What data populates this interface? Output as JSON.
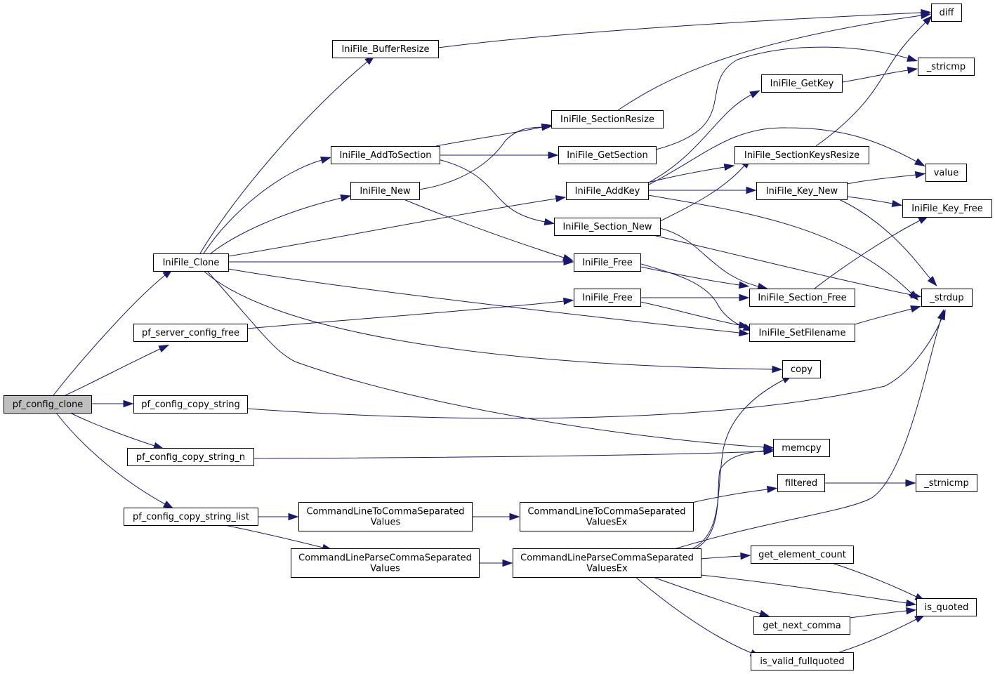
{
  "diagram": {
    "nodes": [
      {
        "id": "pf_config_clone",
        "label": [
          "pf_config_clone"
        ],
        "root": true
      },
      {
        "id": "IniFile_Clone",
        "label": [
          "IniFile_Clone"
        ]
      },
      {
        "id": "pf_server_config_free",
        "label": [
          "pf_server_config_free"
        ]
      },
      {
        "id": "pf_config_copy_string",
        "label": [
          "pf_config_copy_string"
        ]
      },
      {
        "id": "pf_config_copy_string_n",
        "label": [
          "pf_config_copy_string_n"
        ]
      },
      {
        "id": "pf_config_copy_string_list",
        "label": [
          "pf_config_copy_string_list"
        ]
      },
      {
        "id": "IniFile_BufferResize",
        "label": [
          "IniFile_BufferResize"
        ]
      },
      {
        "id": "IniFile_AddToSection",
        "label": [
          "IniFile_AddToSection"
        ]
      },
      {
        "id": "IniFile_New",
        "label": [
          "IniFile_New"
        ]
      },
      {
        "id": "CommandLineToCommaSeparatedValues",
        "label": [
          "CommandLineToCommaSeparated",
          "Values"
        ]
      },
      {
        "id": "CommandLineParseCommaSeparatedValues",
        "label": [
          "CommandLineParseCommaSeparated",
          "Values"
        ]
      },
      {
        "id": "IniFile_SectionResize",
        "label": [
          "IniFile_SectionResize"
        ]
      },
      {
        "id": "IniFile_GetSection",
        "label": [
          "IniFile_GetSection"
        ]
      },
      {
        "id": "IniFile_AddKey",
        "label": [
          "IniFile_AddKey"
        ]
      },
      {
        "id": "IniFile_Section_New",
        "label": [
          "IniFile_Section_New"
        ]
      },
      {
        "id": "IniFile_Free_1",
        "label": [
          "IniFile_Free"
        ]
      },
      {
        "id": "IniFile_Free_2",
        "label": [
          "IniFile_Free"
        ]
      },
      {
        "id": "CommandLineToCommaSeparatedValuesEx",
        "label": [
          "CommandLineToCommaSeparated",
          "ValuesEx"
        ]
      },
      {
        "id": "CommandLineParseCommaSeparatedValuesEx",
        "label": [
          "CommandLineParseCommaSeparated",
          "ValuesEx"
        ]
      },
      {
        "id": "IniFile_GetKey",
        "label": [
          "IniFile_GetKey"
        ]
      },
      {
        "id": "IniFile_SectionKeysResize",
        "label": [
          "IniFile_SectionKeysResize"
        ]
      },
      {
        "id": "IniFile_Key_New",
        "label": [
          "IniFile_Key_New"
        ]
      },
      {
        "id": "IniFile_Section_Free",
        "label": [
          "IniFile_Section_Free"
        ]
      },
      {
        "id": "IniFile_SetFilename",
        "label": [
          "IniFile_SetFilename"
        ]
      },
      {
        "id": "copy",
        "label": [
          "copy"
        ]
      },
      {
        "id": "memcpy",
        "label": [
          "memcpy"
        ]
      },
      {
        "id": "filtered",
        "label": [
          "filtered"
        ]
      },
      {
        "id": "get_element_count",
        "label": [
          "get_element_count"
        ]
      },
      {
        "id": "get_next_comma",
        "label": [
          "get_next_comma"
        ]
      },
      {
        "id": "is_valid_fullquoted",
        "label": [
          "is_valid_fullquoted"
        ]
      },
      {
        "id": "diff",
        "label": [
          "diff"
        ]
      },
      {
        "id": "_stricmp",
        "label": [
          "_stricmp"
        ]
      },
      {
        "id": "value",
        "label": [
          "value"
        ]
      },
      {
        "id": "IniFile_Key_Free",
        "label": [
          "IniFile_Key_Free"
        ]
      },
      {
        "id": "_strdup",
        "label": [
          "_strdup"
        ]
      },
      {
        "id": "_strnicmp",
        "label": [
          "_strnicmp"
        ]
      },
      {
        "id": "is_quoted",
        "label": [
          "is_quoted"
        ]
      }
    ],
    "edges": [
      [
        "pf_config_clone",
        "IniFile_Clone"
      ],
      [
        "pf_config_clone",
        "pf_server_config_free"
      ],
      [
        "pf_config_clone",
        "pf_config_copy_string"
      ],
      [
        "pf_config_clone",
        "pf_config_copy_string_n"
      ],
      [
        "pf_config_clone",
        "pf_config_copy_string_list"
      ],
      [
        "IniFile_Clone",
        "IniFile_BufferResize"
      ],
      [
        "IniFile_Clone",
        "IniFile_AddToSection"
      ],
      [
        "IniFile_Clone",
        "IniFile_New"
      ],
      [
        "IniFile_Clone",
        "IniFile_AddKey"
      ],
      [
        "IniFile_Clone",
        "IniFile_Free_1"
      ],
      [
        "IniFile_Clone",
        "IniFile_SetFilename"
      ],
      [
        "IniFile_Clone",
        "copy"
      ],
      [
        "IniFile_Clone",
        "memcpy"
      ],
      [
        "IniFile_BufferResize",
        "diff"
      ],
      [
        "IniFile_AddToSection",
        "IniFile_SectionResize"
      ],
      [
        "IniFile_AddToSection",
        "IniFile_GetSection"
      ],
      [
        "IniFile_AddToSection",
        "IniFile_Section_New"
      ],
      [
        "IniFile_New",
        "IniFile_SectionResize"
      ],
      [
        "IniFile_New",
        "IniFile_Free_1"
      ],
      [
        "IniFile_SectionResize",
        "diff"
      ],
      [
        "IniFile_GetSection",
        "_stricmp"
      ],
      [
        "IniFile_AddKey",
        "IniFile_GetKey"
      ],
      [
        "IniFile_AddKey",
        "IniFile_SectionKeysResize"
      ],
      [
        "IniFile_AddKey",
        "IniFile_Key_New"
      ],
      [
        "IniFile_AddKey",
        "value"
      ],
      [
        "IniFile_AddKey",
        "_strdup"
      ],
      [
        "IniFile_GetKey",
        "_stricmp"
      ],
      [
        "IniFile_SectionKeysResize",
        "diff"
      ],
      [
        "IniFile_Key_New",
        "value"
      ],
      [
        "IniFile_Key_New",
        "IniFile_Key_Free"
      ],
      [
        "IniFile_Key_New",
        "_strdup"
      ],
      [
        "IniFile_Section_New",
        "IniFile_SectionKeysResize"
      ],
      [
        "IniFile_Section_New",
        "IniFile_Section_Free"
      ],
      [
        "IniFile_Section_New",
        "_strdup"
      ],
      [
        "IniFile_Free_1",
        "IniFile_Section_Free"
      ],
      [
        "IniFile_Free_1",
        "IniFile_SetFilename"
      ],
      [
        "IniFile_Free_2",
        "IniFile_Section_Free"
      ],
      [
        "IniFile_Free_2",
        "IniFile_SetFilename"
      ],
      [
        "IniFile_Section_Free",
        "IniFile_Key_Free"
      ],
      [
        "IniFile_SetFilename",
        "_strdup"
      ],
      [
        "pf_server_config_free",
        "IniFile_Free_2"
      ],
      [
        "pf_config_copy_string",
        "_strdup"
      ],
      [
        "pf_config_copy_string_n",
        "memcpy"
      ],
      [
        "pf_config_copy_string_list",
        "CommandLineToCommaSeparatedValues"
      ],
      [
        "pf_config_copy_string_list",
        "CommandLineParseCommaSeparatedValues"
      ],
      [
        "CommandLineToCommaSeparatedValues",
        "CommandLineToCommaSeparatedValuesEx"
      ],
      [
        "CommandLineToCommaSeparatedValuesEx",
        "filtered"
      ],
      [
        "CommandLineParseCommaSeparatedValues",
        "CommandLineParseCommaSeparatedValuesEx"
      ],
      [
        "CommandLineParseCommaSeparatedValuesEx",
        "copy"
      ],
      [
        "CommandLineParseCommaSeparatedValuesEx",
        "memcpy"
      ],
      [
        "CommandLineParseCommaSeparatedValuesEx",
        "_strdup"
      ],
      [
        "CommandLineParseCommaSeparatedValuesEx",
        "get_element_count"
      ],
      [
        "CommandLineParseCommaSeparatedValuesEx",
        "is_quoted"
      ],
      [
        "CommandLineParseCommaSeparatedValuesEx",
        "get_next_comma"
      ],
      [
        "CommandLineParseCommaSeparatedValuesEx",
        "is_valid_fullquoted"
      ],
      [
        "filtered",
        "_strnicmp"
      ],
      [
        "get_element_count",
        "is_quoted"
      ],
      [
        "get_next_comma",
        "is_quoted"
      ],
      [
        "is_valid_fullquoted",
        "is_quoted"
      ]
    ]
  }
}
